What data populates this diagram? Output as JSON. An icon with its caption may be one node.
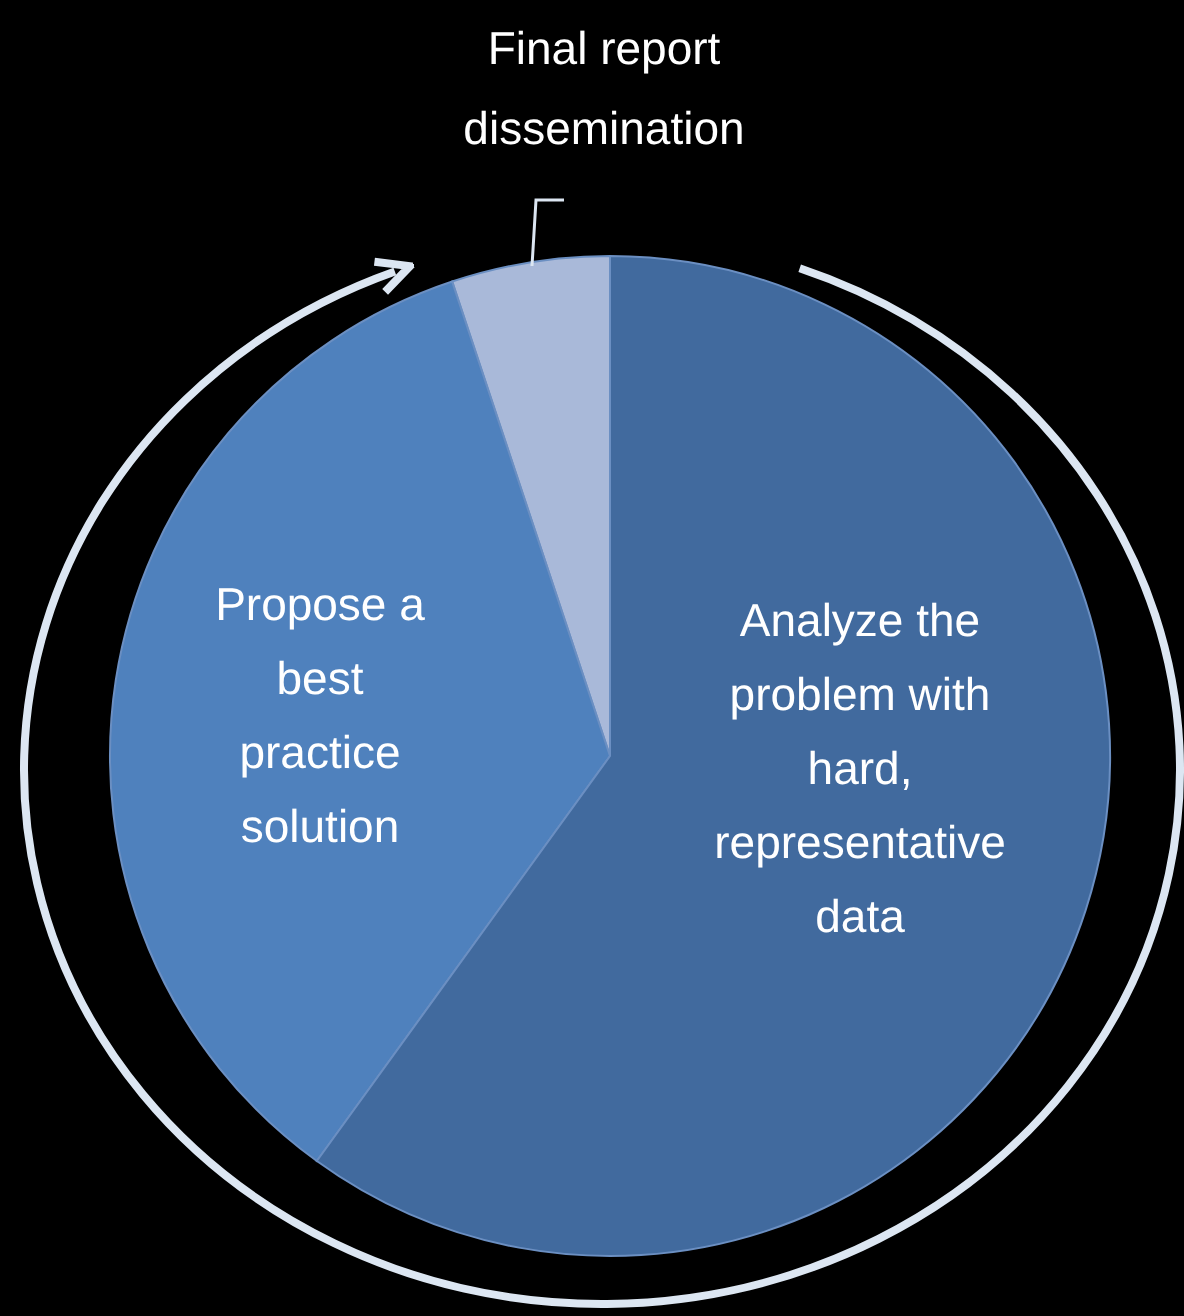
{
  "diagram": {
    "nodes": [
      {
        "text": [
          "Final report dissemination"
        ]
      },
      {
        "text": [],
        "shape": "wedge"
      },
      {
        "text": [
          "Propose a best practice solution"
        ]
      },
      {
        "text": [
          "Analyze the problem with hard, representative data"
        ]
      }
    ],
    "edges": [
      {
        "from": 0,
        "to": 1,
        "arrow": "none"
      }
    ]
  }
}
